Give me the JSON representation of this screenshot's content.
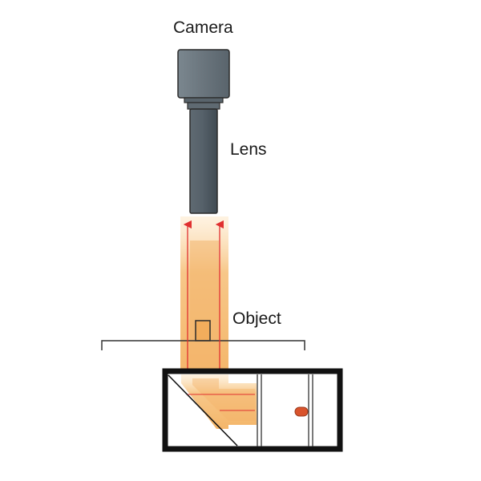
{
  "labels": {
    "camera": "Camera",
    "lens": "Lens",
    "object": "Object"
  },
  "colors": {
    "camera_body": "#67737b",
    "lens_barrel": "#4f5a62",
    "outline": "#2b2b2b",
    "light_beam": "#f6c98a",
    "light_beam_core": "#f2a95c",
    "ray": "#e03030",
    "led": "#d9532c",
    "housing": "#111111",
    "stage": "#333333"
  }
}
